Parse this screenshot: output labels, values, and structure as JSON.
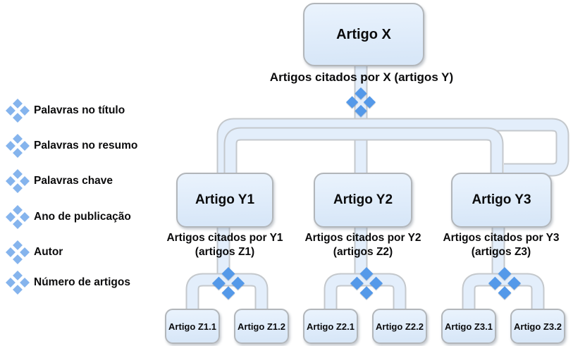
{
  "colors": {
    "background": "#ffffff",
    "text": "#0b0b0c",
    "node_fill_top": "#eaf3fd",
    "node_fill_bottom": "#d8e7f8",
    "node_border": "#b2b6ba",
    "connector_fill": "#e3eefb",
    "connector_border": "#c4c8cc",
    "diamond_tree": "#5499e9",
    "diamond_legend": "#85b4ed"
  },
  "legend": {
    "items": [
      {
        "label": "Palavras no título"
      },
      {
        "label": "Palavras no resumo"
      },
      {
        "label": "Palavras chave"
      },
      {
        "label": "Ano de publicação"
      },
      {
        "label": "Autor"
      },
      {
        "label": "Número de artigos"
      }
    ]
  },
  "tree": {
    "root": {
      "title": "Artigo X",
      "caption": "Artigos citados por X (artigos Y)"
    },
    "branches": [
      {
        "title": "Artigo Y1",
        "caption_line1": "Artigos citados por Y1",
        "caption_line2": "(artigos Z1)",
        "children": [
          {
            "title": "Artigo Z1.1"
          },
          {
            "title": "Artigo Z1.2"
          }
        ]
      },
      {
        "title": "Artigo Y2",
        "caption_line1": "Artigos citados por Y2",
        "caption_line2": "(artigos Z2)",
        "children": [
          {
            "title": "Artigo Z2.1"
          },
          {
            "title": "Artigo Z2.2"
          }
        ]
      },
      {
        "title": "Artigo Y3",
        "caption_line1": "Artigos citados por Y3",
        "caption_line2": "(artigos Z3)",
        "children": [
          {
            "title": "Artigo Z3.1"
          },
          {
            "title": "Artigo Z3.2"
          }
        ]
      }
    ]
  }
}
